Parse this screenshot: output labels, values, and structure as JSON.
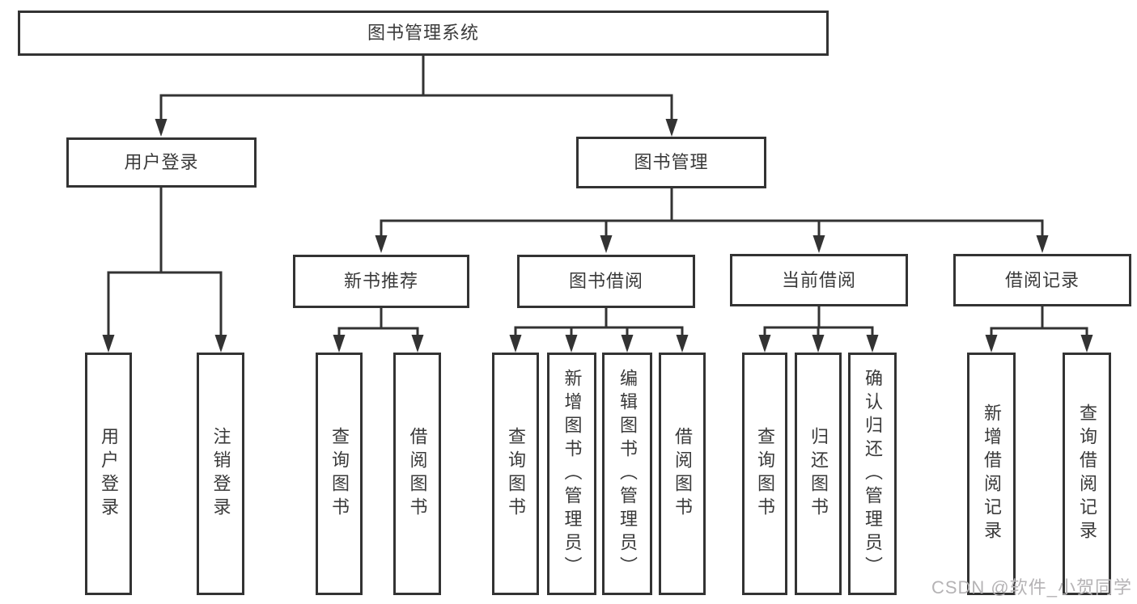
{
  "diagram_type": "hierarchy-tree",
  "tree": {
    "label": "图书管理系统",
    "children": [
      {
        "label": "用户登录",
        "children": [
          {
            "label": "用户登录"
          },
          {
            "label": "注销登录"
          }
        ]
      },
      {
        "label": "图书管理",
        "children": [
          {
            "label": "新书推荐",
            "children": [
              {
                "label": "查询图书"
              },
              {
                "label": "借阅图书"
              }
            ]
          },
          {
            "label": "图书借阅",
            "children": [
              {
                "label": "查询图书"
              },
              {
                "label": "新增图书（管理员）"
              },
              {
                "label": "编辑图书（管理员）"
              },
              {
                "label": "借阅图书"
              }
            ]
          },
          {
            "label": "当前借阅",
            "children": [
              {
                "label": "查询图书"
              },
              {
                "label": "归还图书"
              },
              {
                "label": "确认归还（管理员）"
              }
            ]
          },
          {
            "label": "借阅记录",
            "children": [
              {
                "label": "新增借阅记录"
              },
              {
                "label": "查询借阅记录"
              }
            ]
          }
        ]
      }
    ]
  },
  "watermark": "CSDN @软件_小贺同学",
  "colors": {
    "line": "#333333",
    "text": "#3a3a3a",
    "watermark_text": "#b5b3b5",
    "background": "#ffffff"
  }
}
